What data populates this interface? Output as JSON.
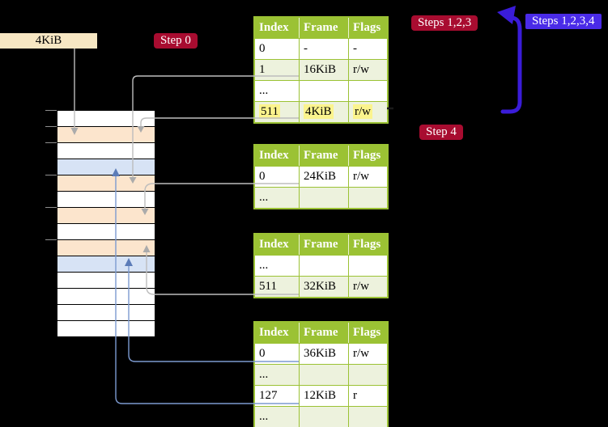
{
  "frame_box": {
    "label": "4KiB"
  },
  "labels": {
    "step0": "Step 0",
    "steps123": "Steps 1,2,3",
    "steps1234": "Steps 1,2,3,4",
    "step4": "Step 4"
  },
  "memory": {
    "rows": [
      {
        "type": "empty"
      },
      {
        "type": "table"
      },
      {
        "type": "empty"
      },
      {
        "type": "frame"
      },
      {
        "type": "table"
      },
      {
        "type": "empty"
      },
      {
        "type": "table"
      },
      {
        "type": "empty"
      },
      {
        "type": "table"
      },
      {
        "type": "frame"
      },
      {
        "type": "empty"
      },
      {
        "type": "empty"
      },
      {
        "type": "empty"
      },
      {
        "type": "empty"
      }
    ]
  },
  "tables": [
    {
      "headers": [
        "Index",
        "Frame",
        "Flags"
      ],
      "rows": [
        {
          "cells": [
            "0",
            "-",
            "-"
          ]
        },
        {
          "cells": [
            "1",
            "16KiB",
            "r/w"
          ]
        },
        {
          "cells": [
            "...",
            "",
            ""
          ]
        },
        {
          "cells": [
            "511",
            "4KiB",
            "r/w"
          ]
        }
      ]
    },
    {
      "headers": [
        "Index",
        "Frame",
        "Flags"
      ],
      "rows": [
        {
          "cells": [
            "0",
            "24KiB",
            "r/w"
          ]
        },
        {
          "cells": [
            "...",
            "",
            ""
          ]
        }
      ]
    },
    {
      "headers": [
        "Index",
        "Frame",
        "Flags"
      ],
      "rows": [
        {
          "cells": [
            "...",
            "",
            ""
          ]
        },
        {
          "cells": [
            "511",
            "32KiB",
            "r/w"
          ]
        }
      ]
    },
    {
      "headers": [
        "Index",
        "Frame",
        "Flags"
      ],
      "rows": [
        {
          "cells": [
            "0",
            "36KiB",
            "r/w"
          ]
        },
        {
          "cells": [
            "...",
            "",
            ""
          ]
        },
        {
          "cells": [
            "127",
            "12KiB",
            "r"
          ]
        },
        {
          "cells": [
            "...",
            "",
            ""
          ]
        }
      ]
    }
  ],
  "colors": {
    "table_header_green": "#9BC234",
    "table_row_shade": "#EDF2DD",
    "highlight_yellow": "#FBF48D",
    "step_label_red": "#A80C30",
    "step_label_blue": "#4A2BE8",
    "recursive_arrow_blue": "#3A1CD9",
    "memory_table_orange": "#FCE5CD",
    "memory_frame_blue": "#D7E3F5",
    "frame_box_wheat": "#F7E7C3",
    "gray_wire": "#BDBDBD",
    "blue_wire": "#7C9AD0"
  }
}
